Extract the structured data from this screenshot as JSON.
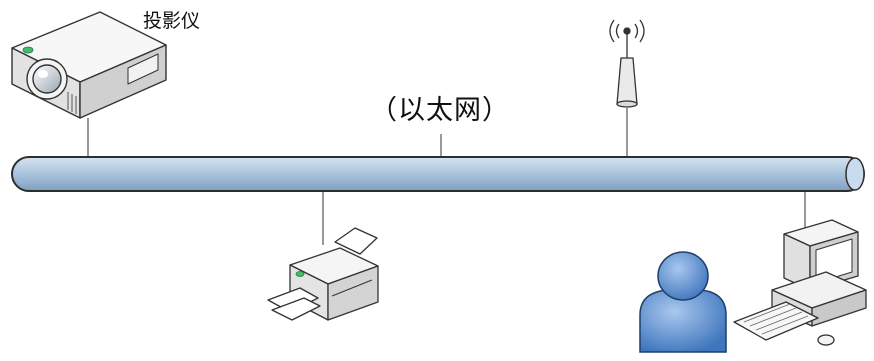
{
  "labels": {
    "projector": "投影仪",
    "network": "（以太网）"
  },
  "colors": {
    "bus_fill": "#b8cfe4",
    "bus_stroke": "#333333",
    "user_blue": "#5b8fd0",
    "device_body": "#f2f2f2",
    "device_stroke": "#3a3a3a"
  },
  "devices": [
    {
      "name": "projector",
      "icon": "projector-icon"
    },
    {
      "name": "wireless-access-point",
      "icon": "antenna-icon"
    },
    {
      "name": "printer",
      "icon": "printer-icon"
    },
    {
      "name": "user",
      "icon": "user-icon"
    },
    {
      "name": "desktop-computer",
      "icon": "computer-icon"
    }
  ]
}
